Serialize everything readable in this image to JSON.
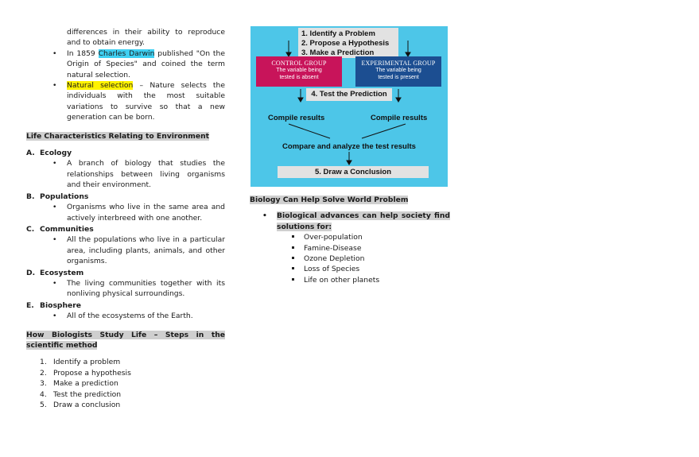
{
  "left": {
    "intro_continuation": "differences in their ability to reproduce and to obtain energy.",
    "bullets": [
      {
        "before": "In 1859 ",
        "highlight": "Charles Darwin",
        "after": " published \"On the Origin of Species\" and coined the term natural selection."
      },
      {
        "before": "",
        "highlight": "Natural selection",
        "after": " – Nature selects the individuals with the most suitable variations to survive so that a new generation can be born."
      }
    ],
    "section1_title": "Life Characteristics Relating to Environment",
    "subsections": [
      {
        "letter": "A.",
        "title": "Ecology",
        "text": "A branch of biology that studies the relationships between living organisms and their environment."
      },
      {
        "letter": "B.",
        "title": "Populations",
        "text": "Organisms who live in the same area and actively interbreed with one another."
      },
      {
        "letter": "C.",
        "title": "Communities",
        "text": "All the populations who live in a particular area, including plants, animals, and other organisms."
      },
      {
        "letter": "D.",
        "title": "Ecosystem",
        "text": "The living communities together with its nonliving physical surroundings."
      },
      {
        "letter": "E.",
        "title": "Biosphere",
        "text": "All of the ecosystems of the Earth."
      }
    ],
    "section2_title": "How Biologists Study Life – Steps in the scientific method",
    "steps": [
      {
        "num": "1.",
        "text": "Identify a problem"
      },
      {
        "num": "2.",
        "text": "Propose a hypothesis"
      },
      {
        "num": "3.",
        "text": "Make a prediction"
      },
      {
        "num": "4.",
        "text": "Test the prediction"
      },
      {
        "num": "5.",
        "text": "Draw a conclusion"
      }
    ]
  },
  "diagram": {
    "top_steps": [
      "1.  Identify a Problem",
      "2.  Propose a Hypothesis",
      "3.  Make a Prediction"
    ],
    "control": {
      "title": "CONTROL GROUP",
      "line1": "The variable being",
      "line2": "tested is absent"
    },
    "experimental": {
      "title": "EXPERIMENTAL GROUP",
      "line1": "The variable being",
      "line2": "tested is present"
    },
    "test": "4. Test the Prediction",
    "compile_left": "Compile results",
    "compile_right": "Compile results",
    "compare": "Compare and analyze the test results",
    "conclusion": "5. Draw a Conclusion",
    "colors": {
      "background": "#4dc6e8",
      "control": "#c8145a",
      "experimental": "#1c4e91",
      "box": "#e2e2e2"
    }
  },
  "right": {
    "section_title": "Biology Can Help Solve World Problem",
    "bullet": "Biological advances can help society find solutions for:",
    "items": [
      "Over-population",
      "Famine-Disease",
      "Ozone Depletion",
      "Loss of Species",
      "Life on other planets"
    ]
  }
}
